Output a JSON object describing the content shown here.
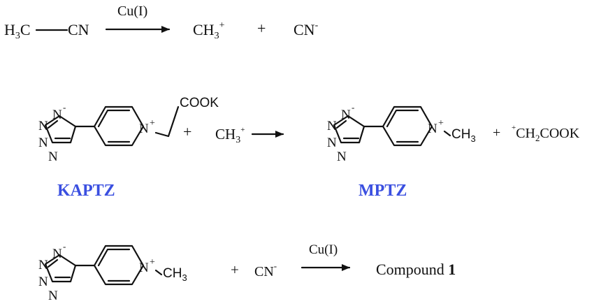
{
  "reaction1": {
    "reactant_h": "H",
    "reactant_h_sub": "3",
    "reactant_c": "C",
    "reactant_cn": "CN",
    "catalyst": "Cu(I)",
    "product1": "CH",
    "product1_sub": "3",
    "product1_sup": "+",
    "plus": "+",
    "product2": "CN",
    "product2_sup": "-"
  },
  "reaction2": {
    "kaptz_label": "KAPTZ",
    "mptz_label": "MPTZ",
    "cooK": "COOK",
    "plus1": "+",
    "reagent": "CH",
    "reagent_sub": "3",
    "reagent_sup": "+",
    "product_methyl": "CH",
    "product_methyl_sub": "3",
    "plus2": "+",
    "byproduct_pre": "CH",
    "byproduct_sub": "2",
    "byproduct_post": "COOK",
    "byproduct_sup": "+"
  },
  "reaction3": {
    "methyl": "CH",
    "methyl_sub": "3",
    "plus": "+",
    "reagent": "CN",
    "reagent_sup": "-",
    "catalyst": "Cu(I)",
    "product_prefix": "Compound",
    "product_number": "1"
  },
  "atoms": {
    "n": "N",
    "n_plus": "+",
    "n_minus": "-"
  },
  "colors": {
    "label_blue": "#3a4fe0",
    "ink": "#111111"
  }
}
